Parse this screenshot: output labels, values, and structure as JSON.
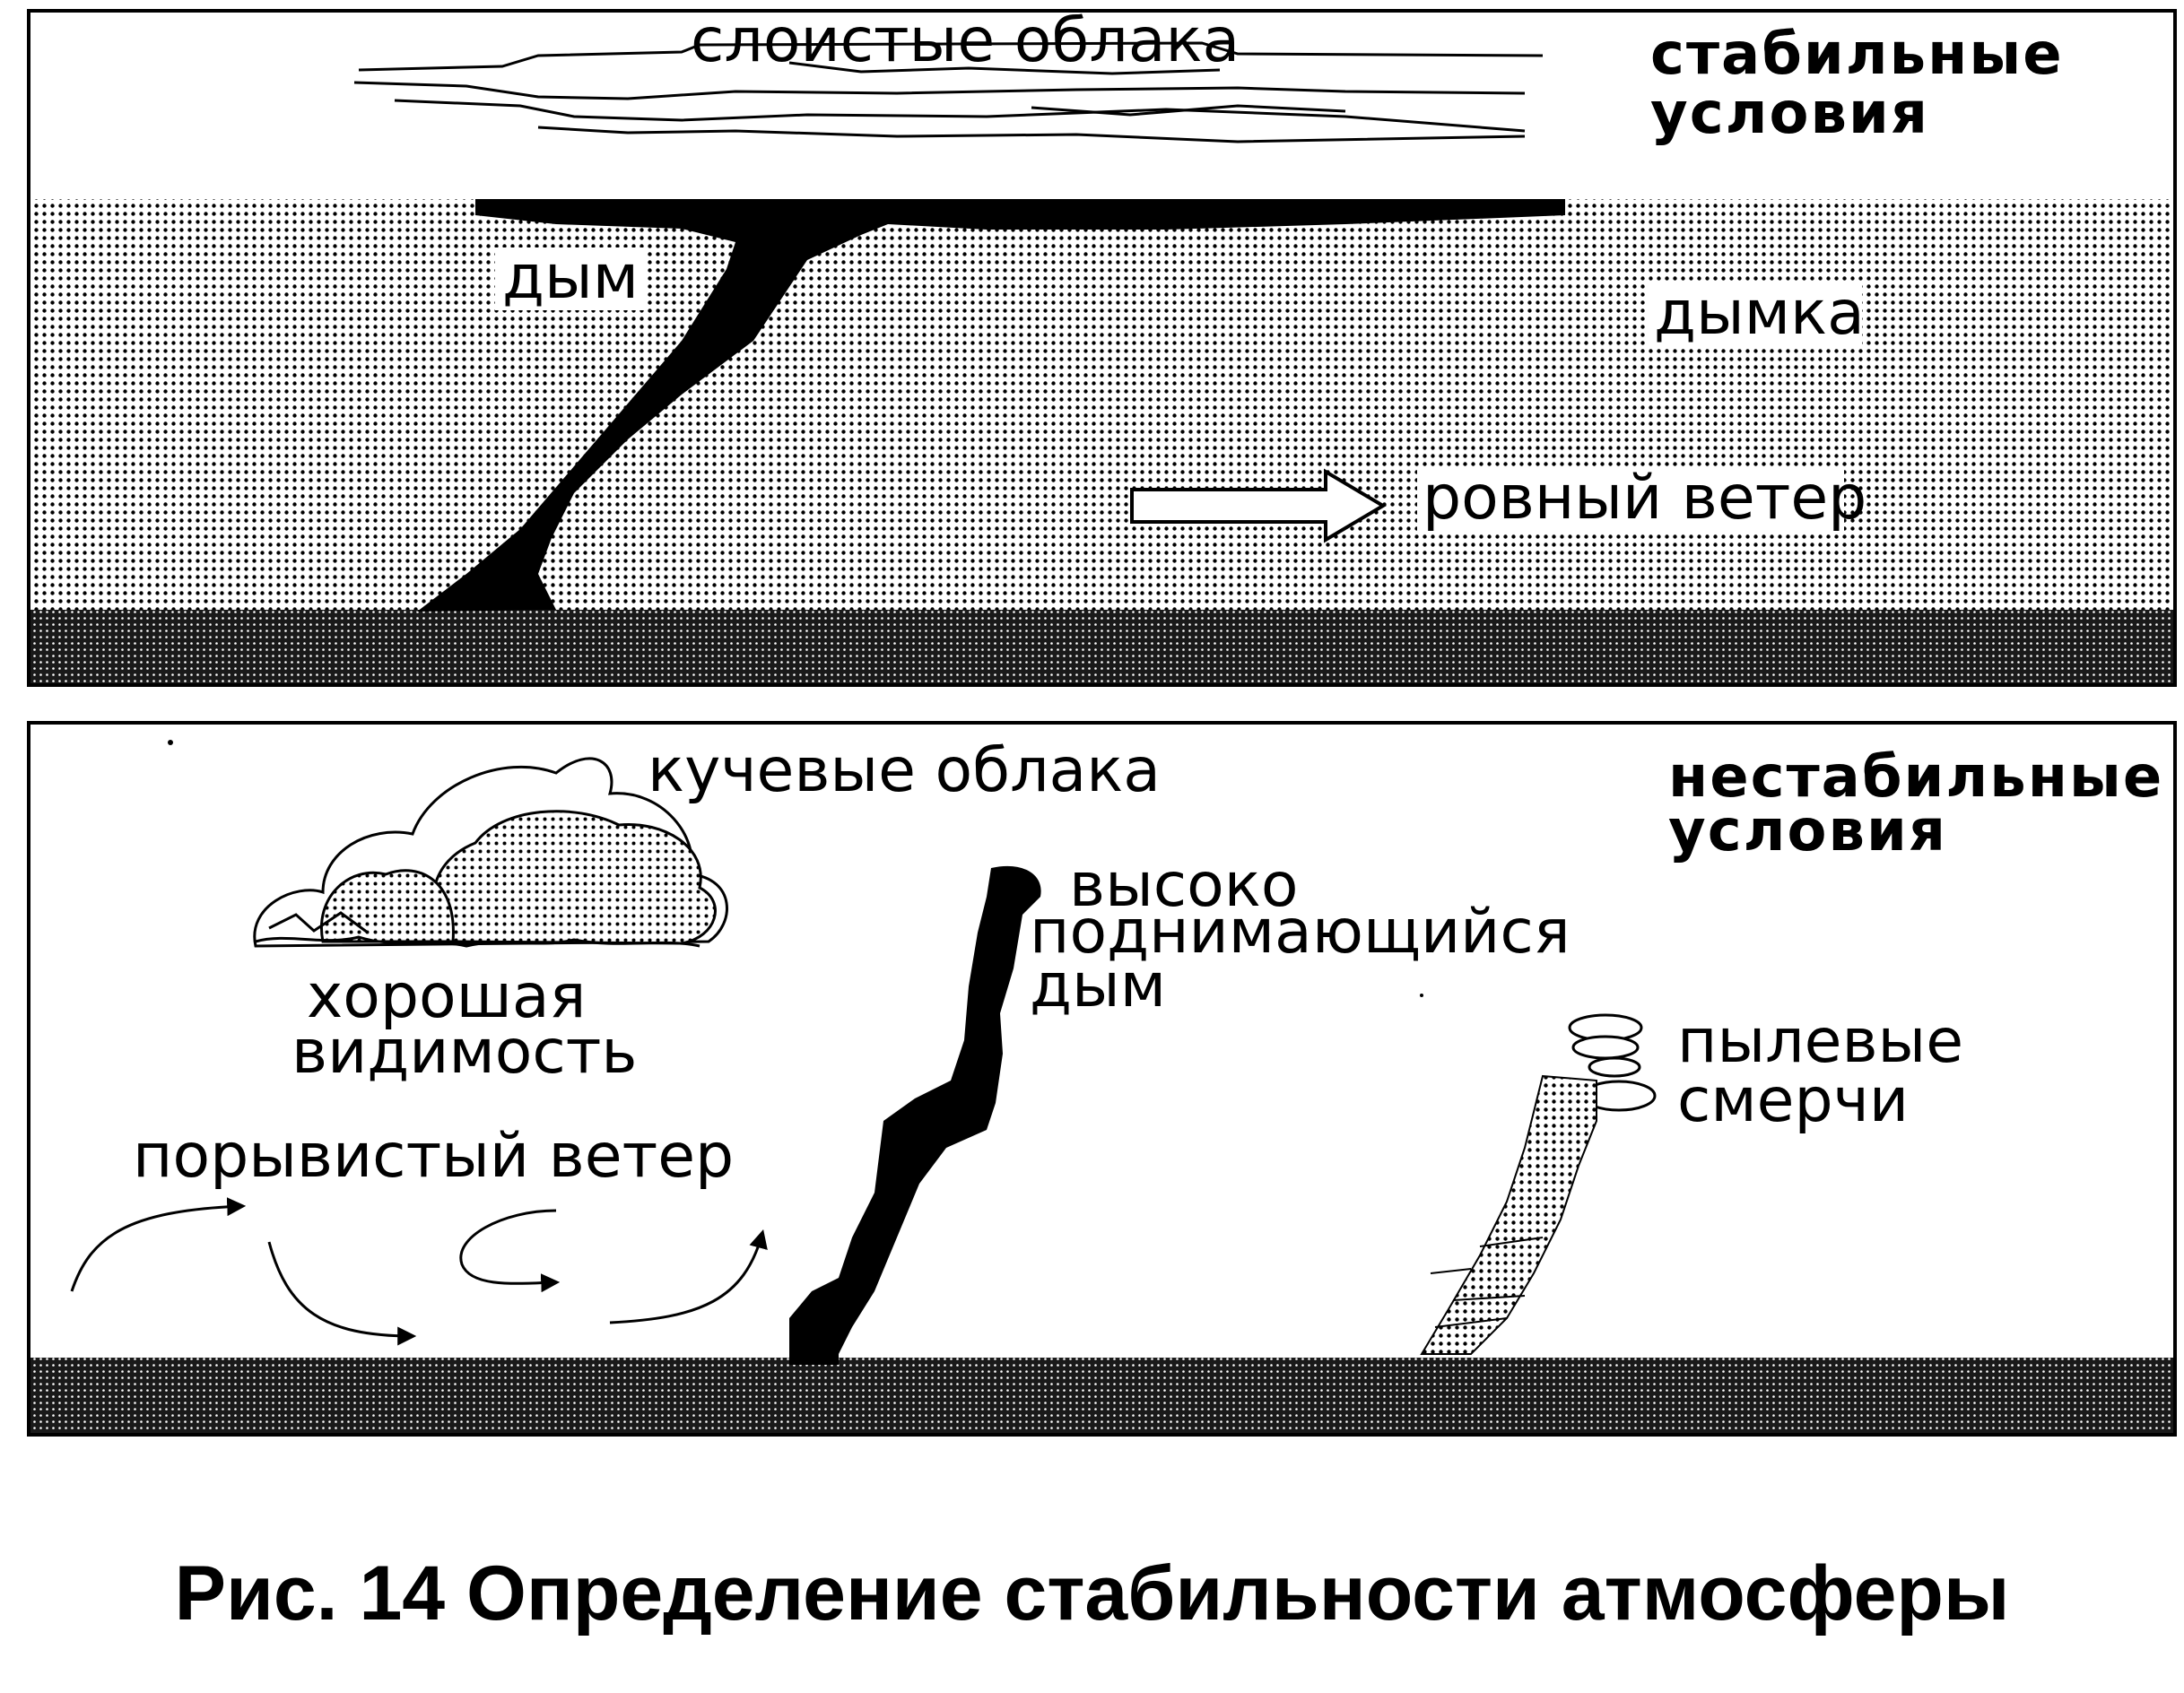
{
  "panels": {
    "stable": {
      "condition": [
        "стабильные",
        "условия"
      ],
      "clouds_label": "слоистые облака",
      "smoke_label": "дым",
      "haze_label": "дымка",
      "wind_label": "ровный ветер"
    },
    "unstable": {
      "condition": [
        "нестабильные",
        "условия"
      ],
      "clouds_label": "кучевые облака",
      "visibility_label": [
        "хорошая",
        "видимость"
      ],
      "wind_label": "порывистый ветер",
      "smoke_label": [
        "высоко",
        "поднимающийся",
        "дым"
      ],
      "dust_devils_label": [
        "пылевые",
        "смерчи"
      ]
    }
  },
  "caption": "Рис. 14 Определение стабильности атмосферы"
}
